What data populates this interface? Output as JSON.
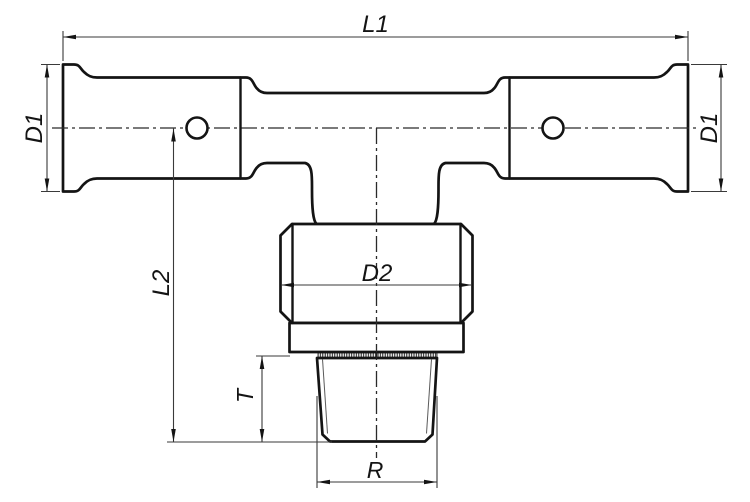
{
  "drawing": {
    "kind": "technical dimension drawing",
    "colors": {
      "background": "#ffffff",
      "outline": "#141414",
      "dimension_lines": "#3a3a3a",
      "text": "#141414"
    }
  },
  "dimensions": {
    "l1": {
      "label": "L1"
    },
    "d1_left": {
      "label": "D1"
    },
    "d1_right": {
      "label": "D1"
    },
    "l2": {
      "label": "L2"
    },
    "d2": {
      "label": "D2"
    },
    "t": {
      "label": "T"
    },
    "r": {
      "label": "R"
    }
  }
}
